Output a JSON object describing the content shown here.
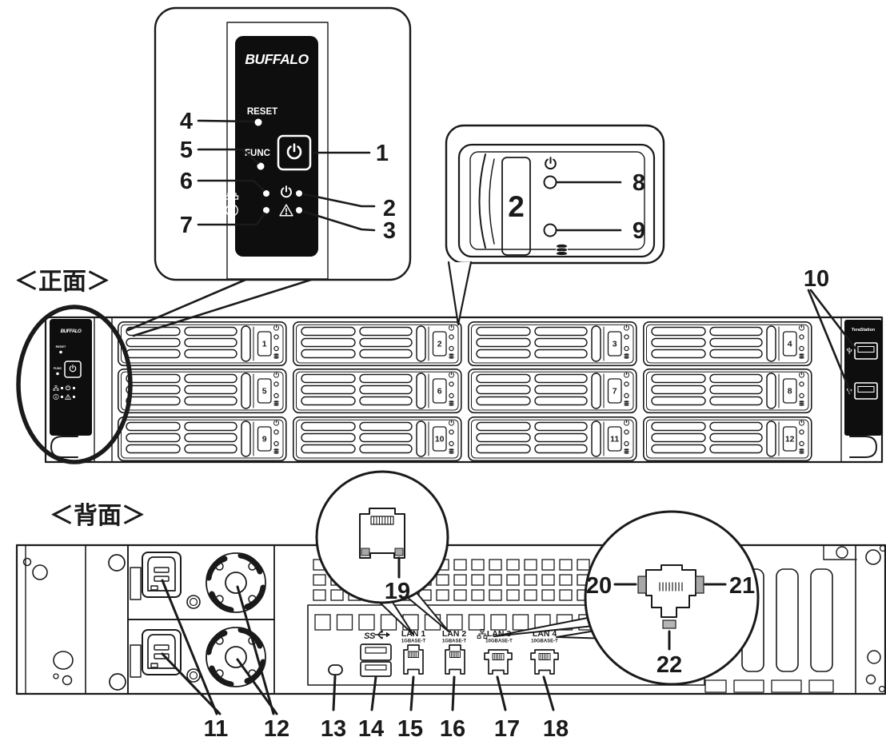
{
  "titles": {
    "front": "＜正面＞",
    "rear": "＜背面＞"
  },
  "brand": {
    "logo": "BUFFALO",
    "product": "TeraStation"
  },
  "front_panel": {
    "reset_label": "RESET",
    "func_label": "FUNC"
  },
  "bay_callout": {
    "bay_number": "2"
  },
  "drives": [
    "1",
    "2",
    "3",
    "4",
    "5",
    "6",
    "7",
    "8",
    "9",
    "10",
    "11",
    "12"
  ],
  "rear_ports": {
    "usb_ss": "SS",
    "lan1_name": "LAN 1",
    "lan1_speed": "1GBASE-T",
    "lan2_name": "LAN 2",
    "lan2_speed": "1GBASE-T",
    "lan3_name": "LAN 3",
    "lan3_speed": "10GBASE-T",
    "lan4_name": "LAN 4",
    "lan4_speed": "10GBASE-T"
  },
  "callouts": {
    "c1": "1",
    "c2": "2",
    "c3": "3",
    "c4": "4",
    "c5": "5",
    "c6": "6",
    "c7": "7",
    "c8": "8",
    "c9": "9",
    "c10": "10",
    "c11": "11",
    "c12": "12",
    "c13": "13",
    "c14": "14",
    "c15": "15",
    "c16": "16",
    "c17": "17",
    "c18": "18",
    "c19": "19",
    "c20": "20",
    "c21": "21",
    "c22": "22"
  },
  "colors": {
    "line": "#1a1a1a",
    "panel_black": "#0e0e0e",
    "led_shade": "#a8a8a8",
    "background": "#ffffff"
  },
  "icons": {
    "power": "power-icon",
    "network": "network-icon",
    "info": "info-icon",
    "warning": "warning-icon",
    "disk": "disk-icon",
    "usb": "usb-icon",
    "usb3": "usb3-ss-icon",
    "fan": "fan-icon",
    "ac_inlet": "ac-inlet-icon",
    "rj45": "rj45-jack-icon"
  }
}
